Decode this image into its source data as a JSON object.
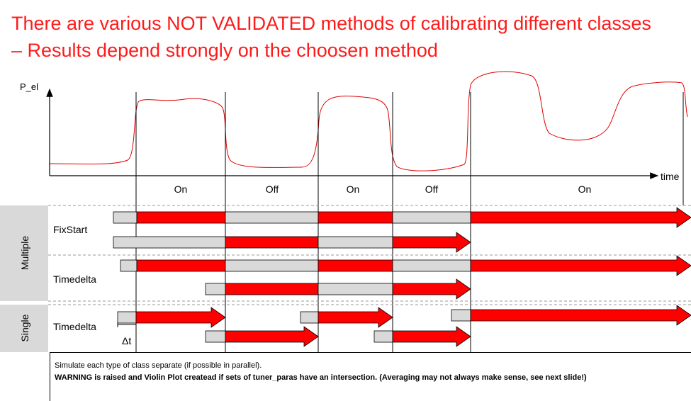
{
  "title": {
    "line1": "There are various NOT VALIDATED methods of calibrating different classes",
    "line2": "– Results depend strongly on the choosen method"
  },
  "axes": {
    "y_label": "P_el",
    "x_label": "time"
  },
  "states": [
    "On",
    "Off",
    "On",
    "Off",
    "On"
  ],
  "groups": {
    "multiple": "Multiple",
    "single": "Single"
  },
  "rows": {
    "fixstart": "FixStart",
    "timedelta_multiple": "Timedelta",
    "timedelta_single": "Timedelta"
  },
  "delta_label": "Δt",
  "note": {
    "line1": "Simulate each type of class separate (if possible in parallel).",
    "line2": "WARNING is raised and Violin Plot createad if sets of tuner_paras have an intersection. (Averaging may not always make sense, see next slide!)"
  },
  "colors": {
    "title": "#ff1a1a",
    "active": "#ff0000",
    "inactive": "#d9d9d9",
    "curve": "#e00000",
    "group_bg": "#d9d9d9"
  }
}
